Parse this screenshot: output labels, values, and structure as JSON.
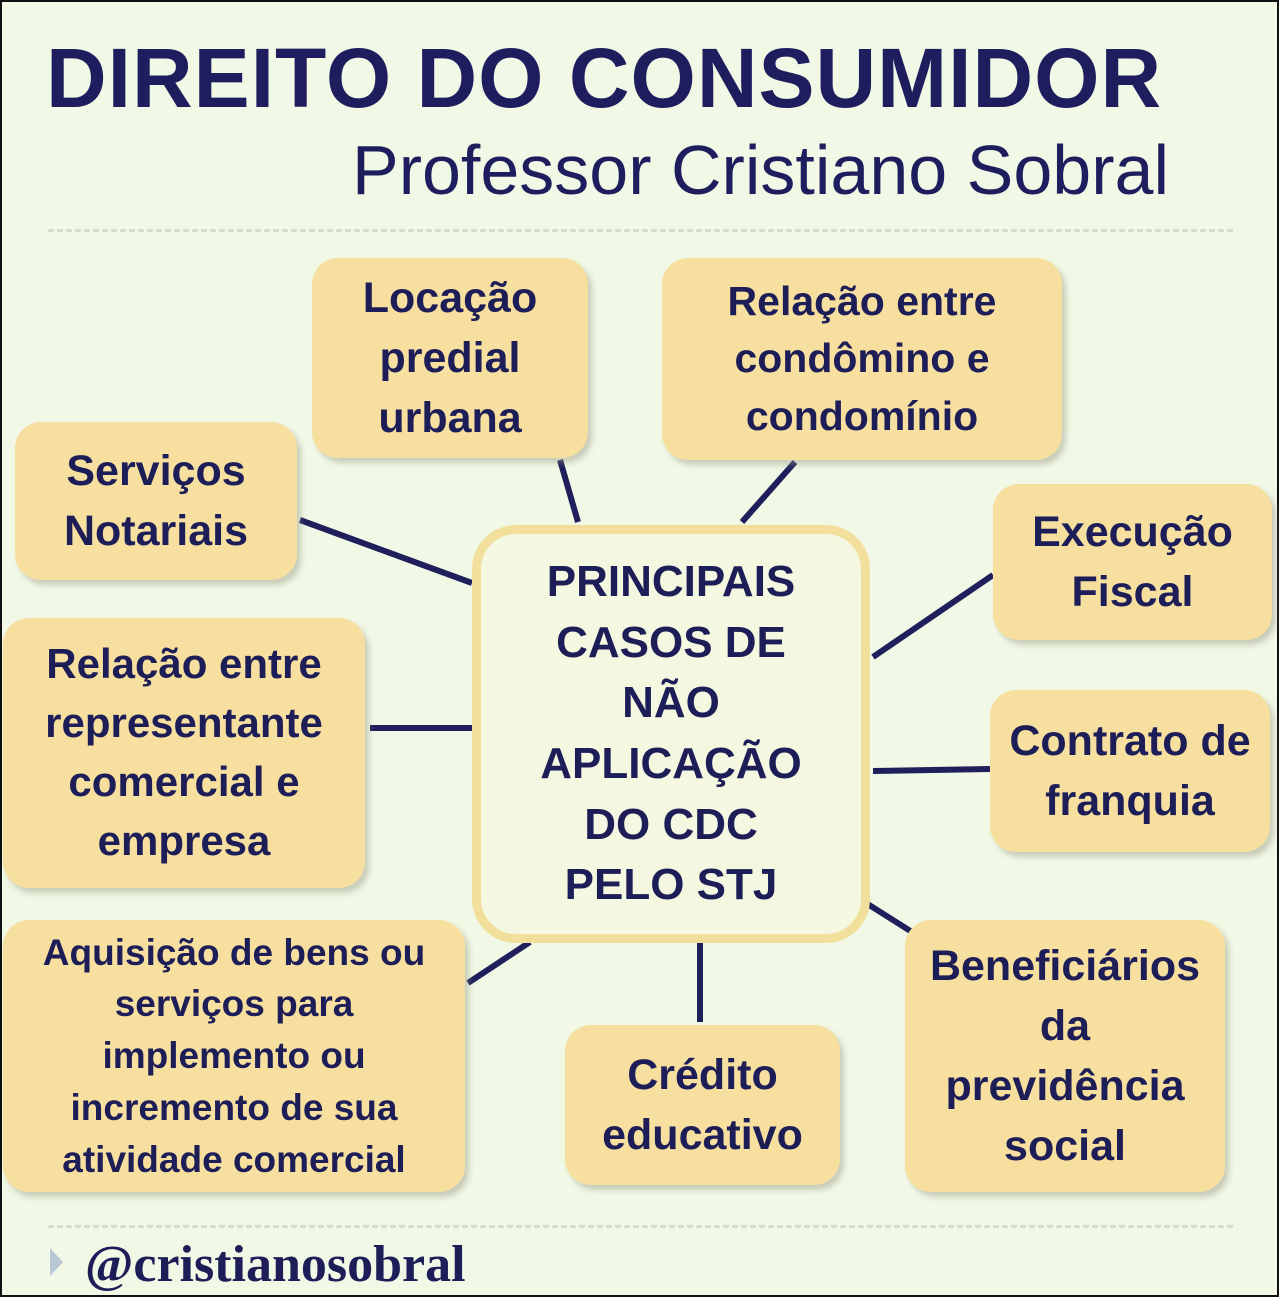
{
  "header": {
    "title": "DIREITO DO CONSUMIDOR",
    "subtitle": "Professor Cristiano Sobral"
  },
  "center": "PRINCIPAIS\nCASOS DE\nNÃO\nAPLICAÇÃO\nDO CDC\nPELO STJ",
  "nodes": {
    "locacao": "Locação\npredial\nurbana",
    "condominio": "Relação entre\ncondômino e\ncondomínio",
    "notariais": "Serviços\nNotariais",
    "execucao": "Execução\nFiscal",
    "representante": "Relação entre\nrepresentante\ncomercial e\nempresa",
    "franquia": "Contrato de\nfranquia",
    "aquisicao": "Aquisição de bens ou\nserviços para\nimplemento ou\nincremento de sua\natividade comercial",
    "credito": "Crédito\neducativo",
    "previdencia": "Beneficiários\nda\nprevidência\nsocial"
  },
  "footer": {
    "handle": "@cristianosobral"
  },
  "colors": {
    "background": "#f1f9e6",
    "box": "#f6df9f",
    "text": "#1d1d58"
  }
}
